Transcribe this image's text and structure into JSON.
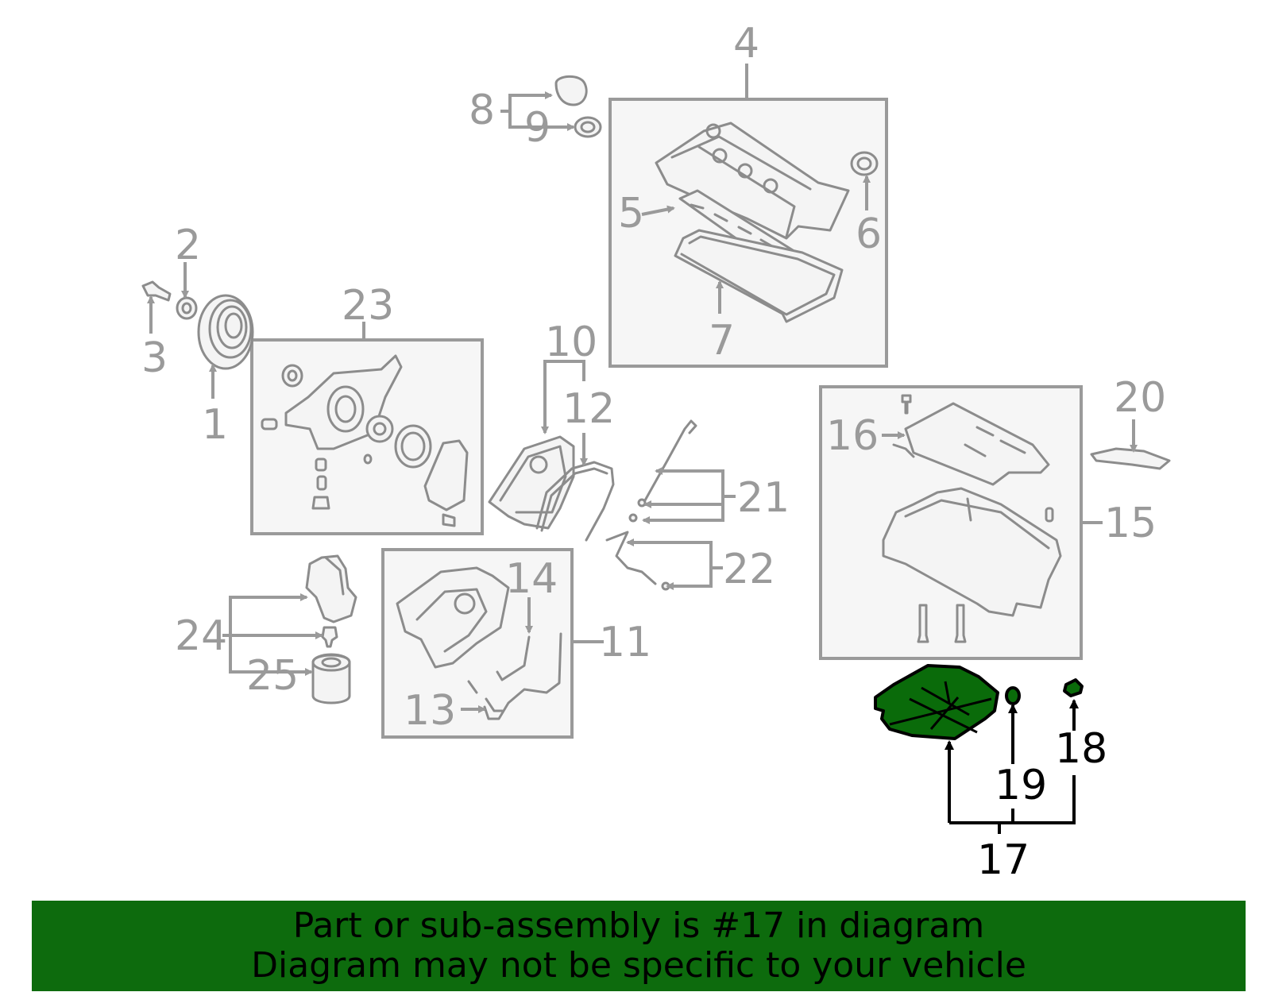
{
  "colors": {
    "highlight": "#0a6b0a",
    "banner": "#0d6b0d",
    "callout_grey": "#9a9a9a",
    "callout_black": "#000000"
  },
  "callouts": {
    "c1": "1",
    "c2": "2",
    "c3": "3",
    "c4": "4",
    "c5": "5",
    "c6": "6",
    "c7": "7",
    "c8": "8",
    "c9": "9",
    "c10": "10",
    "c11": "11",
    "c12": "12",
    "c13": "13",
    "c14": "14",
    "c15": "15",
    "c16": "16",
    "c17": "17",
    "c18": "18",
    "c19": "19",
    "c20": "20",
    "c21": "21",
    "c22": "22",
    "c23": "23",
    "c24": "24",
    "c25": "25"
  },
  "highlighted_part": "17",
  "banner": {
    "line1": "Part or sub-assembly is #17 in diagram",
    "line2": "Diagram may not be specific to your vehicle"
  }
}
